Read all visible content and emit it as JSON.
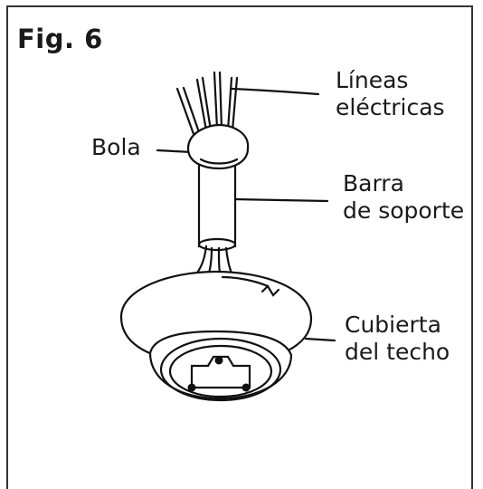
{
  "figure": {
    "title": "Fig. 6",
    "labels": {
      "lineas": [
        "Líneas",
        "eléctricas"
      ],
      "bola": "Bola",
      "barra": [
        "Barra",
        "de soporte"
      ],
      "cubierta": [
        "Cubierta",
        "del techo"
      ]
    }
  },
  "colors": {
    "ink": "#111111",
    "background": "#ffffff"
  }
}
